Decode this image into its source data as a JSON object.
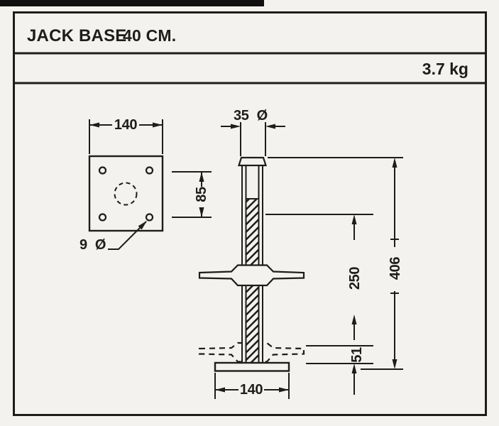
{
  "header": {
    "title": "JACK BASE",
    "size_label": "40 CM.",
    "weight": "3.7 kg"
  },
  "plan_view": {
    "plate_width_dim": "140",
    "bolt_hole_spacing_dim": "85",
    "bolt_hole_diameter_value": "9",
    "diameter_symbol": "Ø"
  },
  "elevation_view": {
    "screw_diameter_value": "35",
    "diameter_symbol": "Ø",
    "adjustment_height_dim": "250",
    "overall_height_dim": "406",
    "lower_section_dim": "51",
    "base_plate_width_dim": "140"
  },
  "colors": {
    "ink": "#1d1d1b",
    "paper": "#f3f2ee",
    "scan_artifact": "#101010"
  }
}
